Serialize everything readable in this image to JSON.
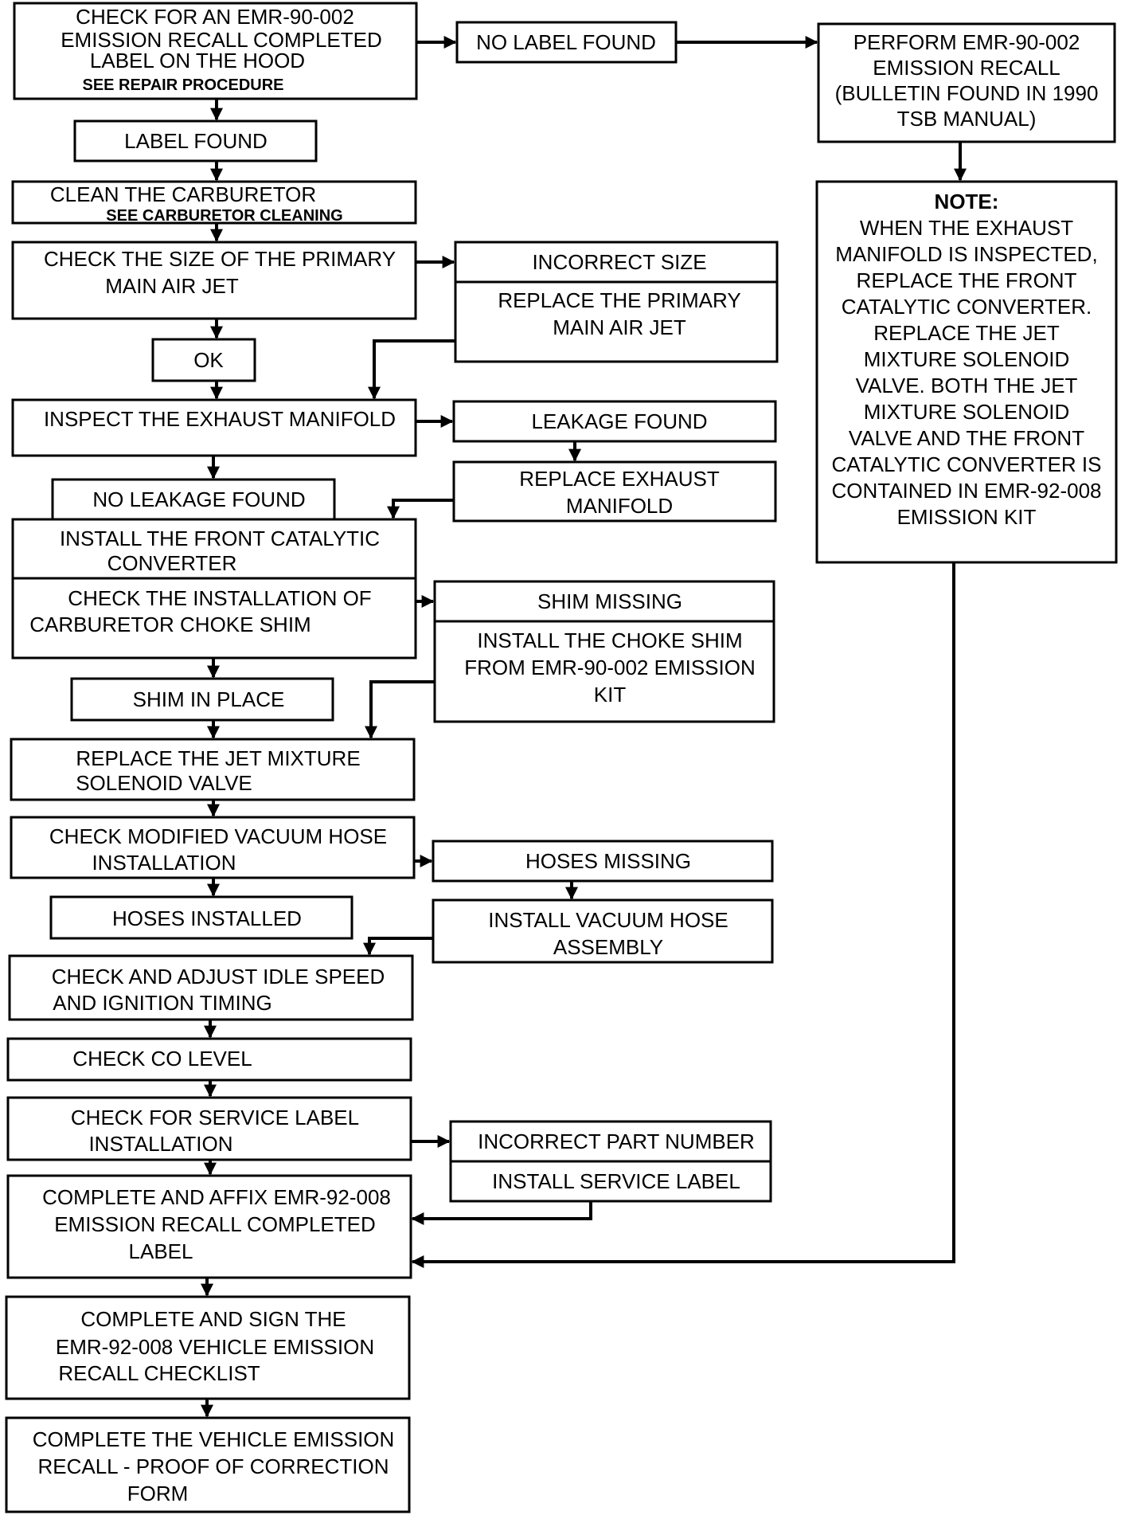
{
  "diagram": {
    "check_recall_label": [
      "CHECK FOR AN EMR-90-002",
      "EMISSION RECALL COMPLETED",
      "LABEL ON THE HOOD"
    ],
    "see_repair_procedure": "SEE REPAIR PROCEDURE",
    "no_label_found": "NO LABEL FOUND",
    "perform_recall": [
      "PERFORM EMR-90-002",
      "EMISSION RECALL",
      "(BULLETIN FOUND IN 1990",
      "TSB MANUAL)"
    ],
    "label_found": "LABEL FOUND",
    "clean_carburetor": "CLEAN THE CARBURETOR",
    "see_carburetor_cleaning": "SEE CARBURETOR CLEANING",
    "note_heading": "NOTE:",
    "note_lines": [
      "WHEN THE EXHAUST",
      "MANIFOLD IS INSPECTED,",
      "REPLACE THE FRONT",
      "CATALYTIC CONVERTER.",
      "REPLACE THE JET",
      "MIXTURE SOLENOID",
      "VALVE. BOTH THE JET",
      "MIXTURE SOLENOID",
      "VALVE AND THE FRONT",
      "CATALYTIC CONVERTER IS",
      "CONTAINED IN EMR-92-008",
      "EMISSION KIT"
    ],
    "check_air_jet": [
      "CHECK THE SIZE OF THE PRIMARY",
      "MAIN AIR JET"
    ],
    "incorrect_size": "INCORRECT SIZE",
    "replace_air_jet": [
      "REPLACE THE PRIMARY",
      "MAIN AIR JET"
    ],
    "ok": "OK",
    "inspect_manifold": "INSPECT THE EXHAUST MANIFOLD",
    "leakage_found": "LEAKAGE FOUND",
    "replace_manifold": [
      "REPLACE EXHAUST",
      "MANIFOLD"
    ],
    "no_leakage_found": "NO LEAKAGE FOUND",
    "install_converter": [
      "INSTALL THE FRONT CATALYTIC",
      "CONVERTER"
    ],
    "check_choke_shim": [
      "CHECK THE INSTALLATION OF",
      "CARBURETOR CHOKE SHIM"
    ],
    "shim_missing": "SHIM MISSING",
    "install_choke_shim": [
      "INSTALL THE CHOKE SHIM",
      "FROM EMR-90-002 EMISSION",
      "KIT"
    ],
    "shim_in_place": "SHIM IN PLACE",
    "replace_solenoid": [
      "REPLACE THE JET MIXTURE",
      "SOLENOID VALVE"
    ],
    "check_vacuum_hose": [
      "CHECK MODIFIED VACUUM HOSE",
      "INSTALLATION"
    ],
    "hoses_missing": "HOSES MISSING",
    "hoses_installed": "HOSES INSTALLED",
    "install_vacuum_hose": [
      "INSTALL VACUUM HOSE",
      "ASSEMBLY"
    ],
    "check_idle_speed": [
      "CHECK AND ADJUST IDLE SPEED",
      "AND IGNITION TIMING"
    ],
    "check_co_level": "CHECK CO LEVEL",
    "check_service_label": [
      "CHECK FOR SERVICE LABEL",
      "INSTALLATION"
    ],
    "incorrect_part_number": "INCORRECT PART NUMBER",
    "install_service_label": "INSTALL SERVICE LABEL",
    "affix_label": [
      "COMPLETE AND AFFIX EMR-92-008",
      "EMISSION RECALL COMPLETED",
      "LABEL"
    ],
    "sign_checklist": [
      "COMPLETE AND SIGN THE",
      "EMR-92-008 VEHICLE EMISSION",
      "RECALL CHECKLIST"
    ],
    "proof_of_correction": [
      "COMPLETE THE VEHICLE EMISSION",
      "RECALL - PROOF OF CORRECTION",
      "FORM"
    ]
  }
}
